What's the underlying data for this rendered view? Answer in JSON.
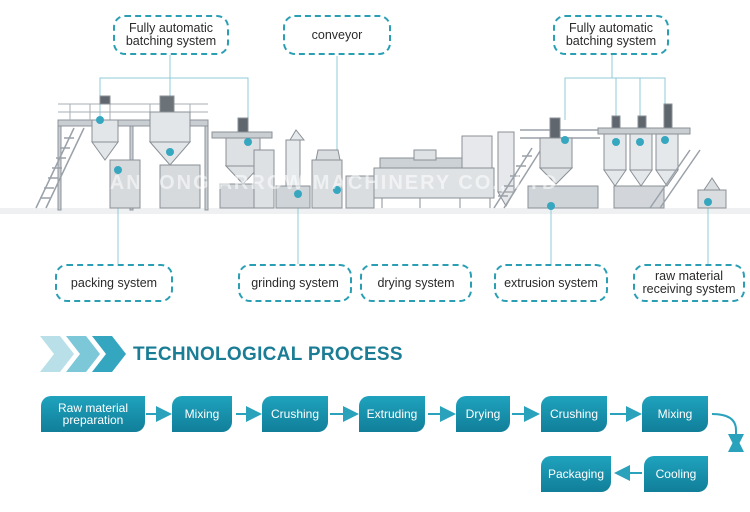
{
  "callouts": {
    "batching_left": "Fully automatic\nbatching system",
    "conveyor": "conveyor",
    "batching_right": "Fully automatic\nbatching system",
    "packing": "packing system",
    "grinding": "grinding system",
    "drying": "drying system",
    "extrusion": "extrusion system",
    "receiving": "raw material\nreceiving system"
  },
  "watermark": "SHANDONG ARROW MACHINERY CO., LTD",
  "process": {
    "title": "TECHNOLOGICAL PROCESS",
    "steps": [
      "Raw material\npreparation",
      "Mixing",
      "Crushing",
      "Extruding",
      "Drying",
      "Crushing",
      "Mixing",
      "Cooling",
      "Packaging"
    ]
  },
  "colors": {
    "accent": "#1a8fa8",
    "step_fill": "#1593ae",
    "callout_border": "#2a9fb4"
  }
}
